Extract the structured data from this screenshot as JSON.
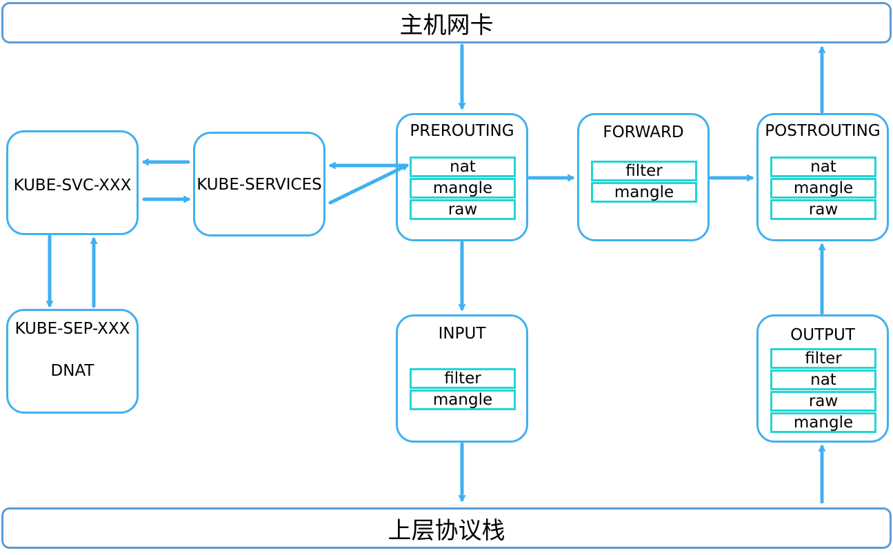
{
  "top_bar": {
    "label": "主机网卡"
  },
  "bottom_bar": {
    "label": "上层协议栈"
  },
  "chains": {
    "prerouting": {
      "title": "PREROUTING",
      "tables": [
        "nat",
        "mangle",
        "raw"
      ]
    },
    "forward": {
      "title": "FORWARD",
      "tables": [
        "filter",
        "mangle"
      ]
    },
    "postrouting": {
      "title": "POSTROUTING",
      "tables": [
        "nat",
        "mangle",
        "raw"
      ]
    },
    "input": {
      "title": "INPUT",
      "tables": [
        "filter",
        "mangle"
      ]
    },
    "output": {
      "title": "OUTPUT",
      "tables": [
        "filter",
        "nat",
        "raw",
        "mangle"
      ]
    }
  },
  "kube": {
    "svc": {
      "label": "KUBE-SVC-XXX"
    },
    "services": {
      "label": "KUBE-SERVICES"
    },
    "sep": {
      "label": "KUBE-SEP-XXX",
      "sub": "DNAT"
    }
  },
  "colors": {
    "bar_border": "#5b9bd5",
    "box_border": "#3fb0f0",
    "table_border": "#22d4d4",
    "arrow": "#3fb0f0"
  }
}
